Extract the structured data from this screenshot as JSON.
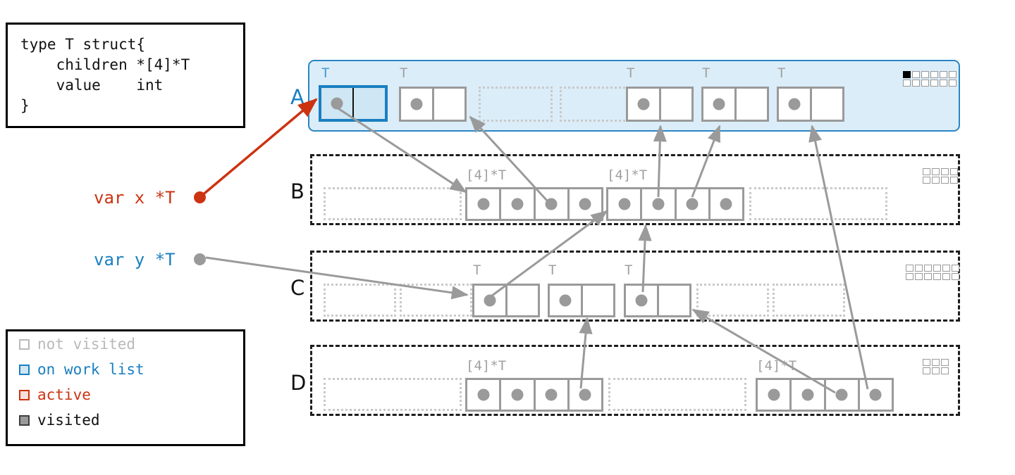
{
  "code_box": {
    "text": "type T struct{\n    children *[4]*T\n    value    int\n}"
  },
  "legend": {
    "items": [
      {
        "label": "not visited",
        "color": "#b9b9b9",
        "swatch": "square-outline-gray"
      },
      {
        "label": "on work list",
        "color": "#1a7fc1",
        "swatch": "square-filled-blue"
      },
      {
        "label": "active",
        "color": "#cc3311",
        "swatch": "square-filled-red"
      },
      {
        "label": "visited",
        "color": "#111111",
        "swatch": "square-filled-dark"
      }
    ]
  },
  "variables": [
    {
      "name": "var-x",
      "label": "var x *T",
      "color": "#cc3311",
      "dot_color": "#cc3311"
    },
    {
      "name": "var-y",
      "label": "var y *T",
      "color": "#1a7fc1",
      "dot_color": "#9a9a9a"
    }
  ],
  "rows": {
    "A": {
      "label": "A",
      "label_color": "#1a7fc1",
      "state": "on work list",
      "captions": [
        "T",
        "T",
        "T",
        "T",
        "T"
      ],
      "bitmap": {
        "rows": 2,
        "cols": 6,
        "filled": [
          [
            1,
            0,
            0,
            0,
            0,
            0
          ],
          [
            0,
            0,
            0,
            0,
            0,
            0
          ]
        ]
      }
    },
    "B": {
      "label": "B",
      "label_color": "#111111",
      "state": "not visited",
      "captions": [
        "[4]*T",
        "[4]*T"
      ],
      "bitmap": {
        "rows": 2,
        "cols": 4,
        "filled": [
          [
            0,
            0,
            0,
            0
          ],
          [
            0,
            0,
            0,
            0
          ]
        ]
      }
    },
    "C": {
      "label": "C",
      "label_color": "#111111",
      "state": "not visited",
      "captions": [
        "T",
        "T",
        "T"
      ],
      "bitmap": {
        "rows": 2,
        "cols": 6,
        "filled": [
          [
            0,
            0,
            0,
            0,
            0,
            0
          ],
          [
            0,
            0,
            0,
            0,
            0,
            0
          ]
        ]
      }
    },
    "D": {
      "label": "D",
      "label_color": "#111111",
      "state": "not visited",
      "captions": [
        "[4]*T",
        "[4]*T"
      ],
      "bitmap": {
        "rows": 2,
        "cols": 3,
        "filled": [
          [
            0,
            0,
            0
          ],
          [
            0,
            0,
            0
          ]
        ]
      }
    }
  },
  "colors": {
    "accent_blue": "#1a7fc1",
    "row_a_fill": "#dbedf8",
    "node_gray": "#9a9a9a",
    "ghost_gray": "#c9c9c9",
    "red": "#cc3311",
    "black": "#111111"
  }
}
